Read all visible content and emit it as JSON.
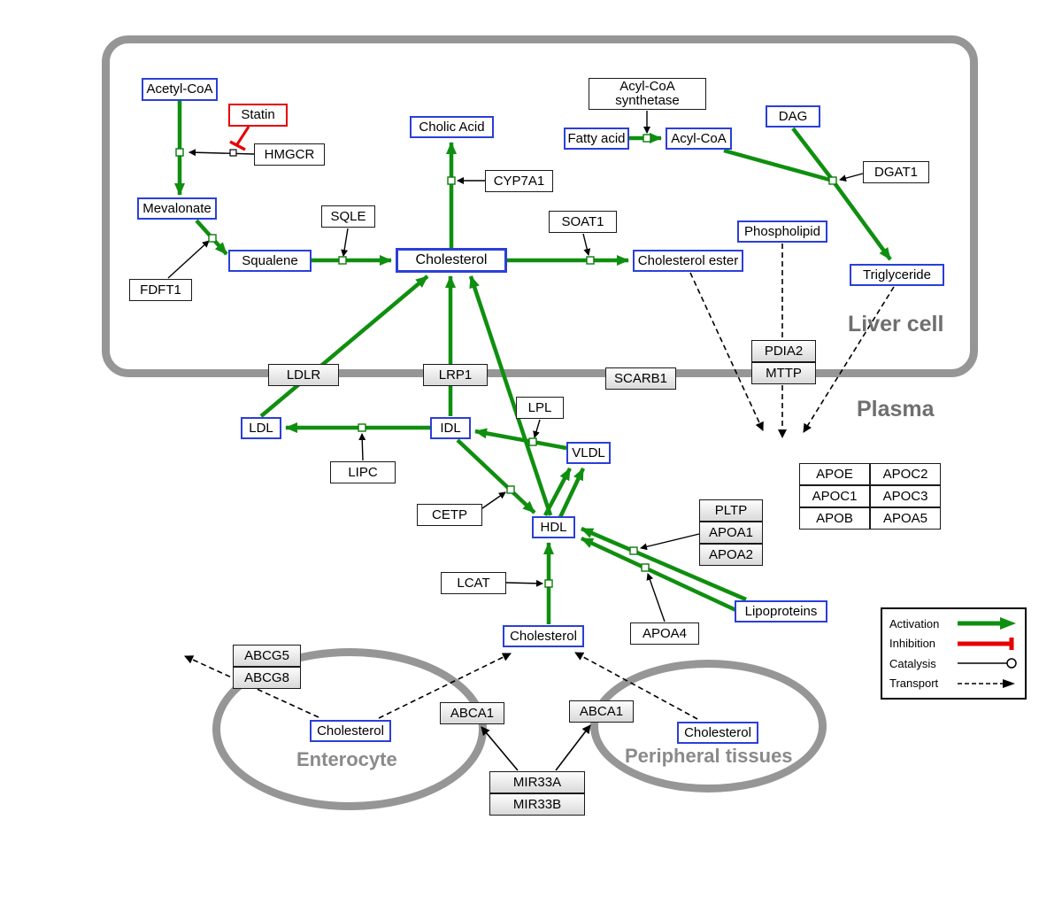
{
  "compartments": {
    "liver": "Liver cell",
    "plasma": "Plasma",
    "enterocyte": "Enterocyte",
    "peripheral": "Peripheral tissues"
  },
  "nodes": {
    "acetyl_coa": "Acetyl-CoA",
    "statin": "Statin",
    "hmgcr": "HMGCR",
    "mevalonate": "Mevalonate",
    "fdft1": "FDFT1",
    "squalene": "Squalene",
    "sqle": "SQLE",
    "cholic_acid": "Cholic Acid",
    "cyp7a1": "CYP7A1",
    "cholesterol_liver": "Cholesterol",
    "soat1": "SOAT1",
    "cholesterol_ester": "Cholesterol ester",
    "acyl_coa_synthetase": "Acyl-CoA synthetase",
    "fatty_acid": "Fatty acid",
    "acyl_coa": "Acyl-CoA",
    "dag": "DAG",
    "dgat1": "DGAT1",
    "phospholipid": "Phospholipid",
    "triglyceride": "Triglyceride",
    "ldlr": "LDLR",
    "lrp1": "LRP1",
    "scarb1": "SCARB1",
    "pdia2": "PDIA2",
    "mttp": "MTTP",
    "ldl": "LDL",
    "idl": "IDL",
    "lipc": "LIPC",
    "lpl": "LPL",
    "vldl": "VLDL",
    "cetp": "CETP",
    "hdl": "HDL",
    "lcat": "LCAT",
    "pltp": "PLTP",
    "apoa1": "APOA1",
    "apoa2": "APOA2",
    "apoa4": "APOA4",
    "lipoproteins": "Lipoproteins",
    "apoe": "APOE",
    "apoc2": "APOC2",
    "apoc1": "APOC1",
    "apoc3": "APOC3",
    "apob": "APOB",
    "apoa5": "APOA5",
    "cholesterol_plasma": "Cholesterol",
    "abcg5": "ABCG5",
    "abcg8": "ABCG8",
    "cholesterol_enterocyte": "Cholesterol",
    "abca1_left": "ABCA1",
    "abca1_right": "ABCA1",
    "cholesterol_peripheral": "Cholesterol",
    "mir33a": "MIR33A",
    "mir33b": "MIR33B"
  },
  "legend": {
    "activation": "Activation",
    "inhibition": "Inhibition",
    "catalysis": "Catalysis",
    "transport": "Transport"
  },
  "colors": {
    "activation": "#0f8f0f",
    "inhibition": "#e60000",
    "metabolite_border": "#2b3fd8",
    "compartment_border": "#969696"
  }
}
